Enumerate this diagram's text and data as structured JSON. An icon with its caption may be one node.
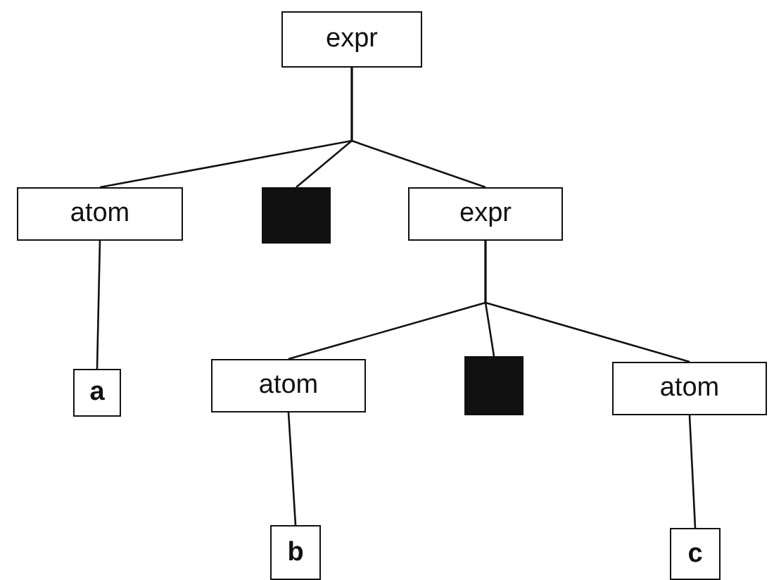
{
  "diagram": {
    "nodes": [
      {
        "text": [
          "expr"
        ]
      },
      {
        "text": [
          "atom"
        ]
      },
      {
        "text": [],
        "shape": "box"
      },
      {
        "text": [
          "expr"
        ]
      },
      {
        "text": [
          "a"
        ]
      },
      {
        "text": [
          "atom"
        ]
      },
      {
        "text": [],
        "shape": "box"
      },
      {
        "text": [
          "atom"
        ]
      },
      {
        "text": [
          "b"
        ]
      },
      {
        "text": [
          "c"
        ]
      }
    ],
    "edges": [
      {
        "from": 0,
        "to": 1,
        "arrow": "none"
      },
      {
        "from": 0,
        "to": 2,
        "arrow": "none"
      },
      {
        "from": 0,
        "to": 3,
        "arrow": "none"
      },
      {
        "from": 1,
        "to": 4,
        "arrow": "none"
      },
      {
        "from": 3,
        "to": 5,
        "arrow": "none"
      },
      {
        "from": 3,
        "to": 6,
        "arrow": "none"
      },
      {
        "from": 3,
        "to": 7,
        "arrow": "none"
      },
      {
        "from": 5,
        "to": 8,
        "arrow": "none"
      },
      {
        "from": 7,
        "to": 9,
        "arrow": "none"
      }
    ]
  }
}
